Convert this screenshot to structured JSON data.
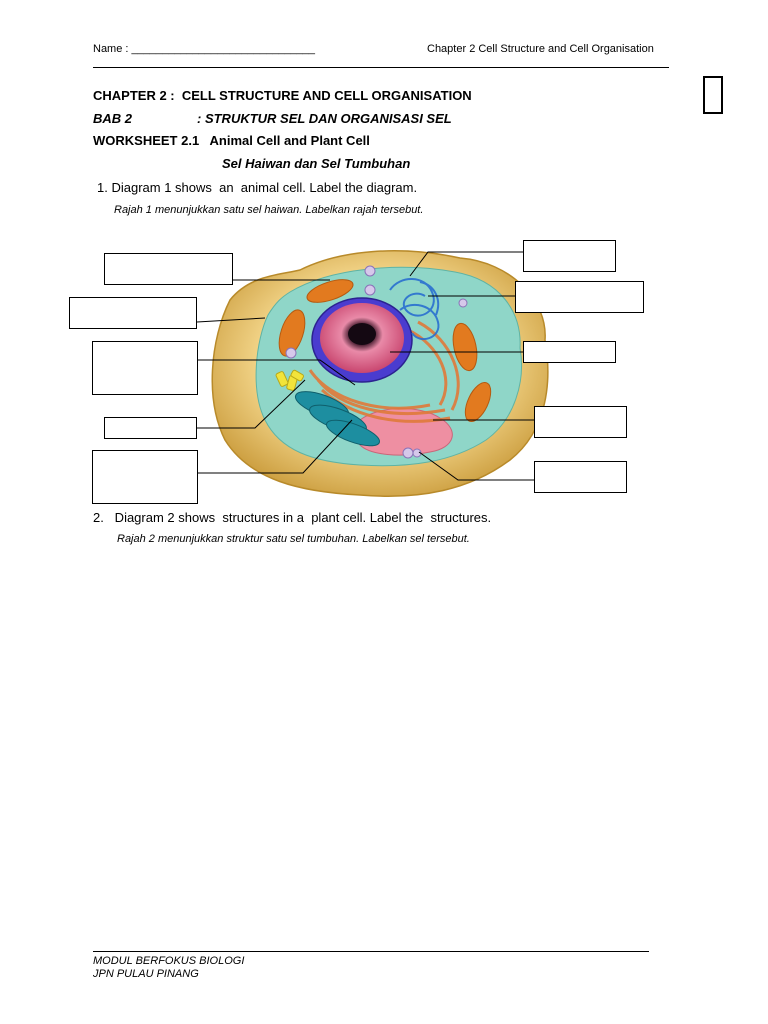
{
  "header": {
    "name_label": "Name : ______________________________",
    "chapter_ref": "Chapter 2 Cell Structure and Cell Organisation"
  },
  "titles": {
    "chapter": "CHAPTER 2 :  CELL STRUCTURE AND CELL ORGANISATION",
    "bab_label": "BAB 2",
    "bab_title": ": STRUKTUR SEL DAN ORGANISASI SEL",
    "worksheet": "WORKSHEET 2.1   Animal Cell and Plant Cell",
    "worksheet_malay": "Sel Haiwan dan Sel Tumbuhan"
  },
  "questions": [
    {
      "text": "1. Diagram 1 shows  an  animal cell. Label the diagram.",
      "translation": "Rajah 1 menunjukkan satu sel haiwan. Labelkan rajah tersebut."
    },
    {
      "text": "2.   Diagram 2 shows  structures in a  plant cell. Label the  structures.",
      "translation": "Rajah 2 menunjukkan struktur satu sel tumbuhan. Labelkan sel tersebut."
    }
  ],
  "footer": {
    "line1": "MODUL BERFOKUS BIOLOGI",
    "line2": "JPN PULAU PINANG"
  },
  "colors": {
    "outer_membrane": "#e8c873",
    "cytoplasm": "#8fd6c8",
    "nucleus": "#d85a86",
    "nuclear_envelope": "#4a3ccf",
    "mitochondria": "#e27a1f",
    "golgi": "#1d8ea0",
    "er": "#e6a07a",
    "centrosome": "#f2e43a"
  }
}
